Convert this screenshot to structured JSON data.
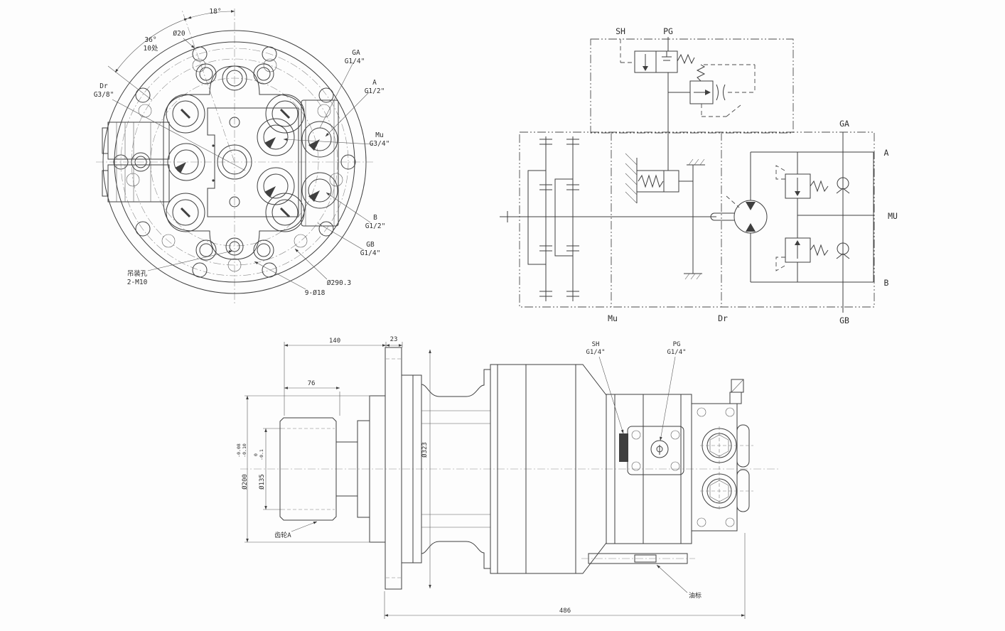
{
  "front_view": {
    "dim_angle_small": "18°",
    "dim_angle_large": "36°",
    "dim_angle_count": "10处",
    "dim_hole": "Ø20",
    "port_dr": {
      "name": "Dr",
      "thread": "G3/8\""
    },
    "port_ga": {
      "name": "GA",
      "thread": "G1/4\""
    },
    "port_a": {
      "name": "A",
      "thread": "G1/2\""
    },
    "port_mu": {
      "name": "Mu",
      "thread": "G3/4\""
    },
    "port_b": {
      "name": "B",
      "thread": "G1/2\""
    },
    "port_gb": {
      "name": "GB",
      "thread": "G1/4\""
    },
    "lifting_hole_label": "吊装孔",
    "lifting_hole_spec": "2-M10",
    "mount_holes": "9-Ø18",
    "bolt_circle": "Ø290.3"
  },
  "schematic": {
    "port_sh": "SH",
    "port_pg": "PG",
    "port_ga": "GA",
    "port_a": "A",
    "port_mu": "MU",
    "port_b": "B",
    "port_gb": "GB",
    "port_mu_case": "Mu",
    "port_dr": "Dr"
  },
  "side_view": {
    "dim_140": "140",
    "dim_23": "23",
    "dim_76": "76",
    "dim_486": "486",
    "dim_d323": "Ø323",
    "dim_d200": "Ø200",
    "dim_d200_tol_up": "-0.08",
    "dim_d200_tol_low": "-0.10",
    "dim_d135": "Ø135",
    "dim_d135_tol_up": "0",
    "dim_d135_tol_low": "-0.1",
    "port_sh": {
      "name": "SH",
      "thread": "G1/4\""
    },
    "port_pg": {
      "name": "PG",
      "thread": "G1/4\""
    },
    "gear_label": "齿轮A",
    "oil_gauge_label": "油标"
  }
}
